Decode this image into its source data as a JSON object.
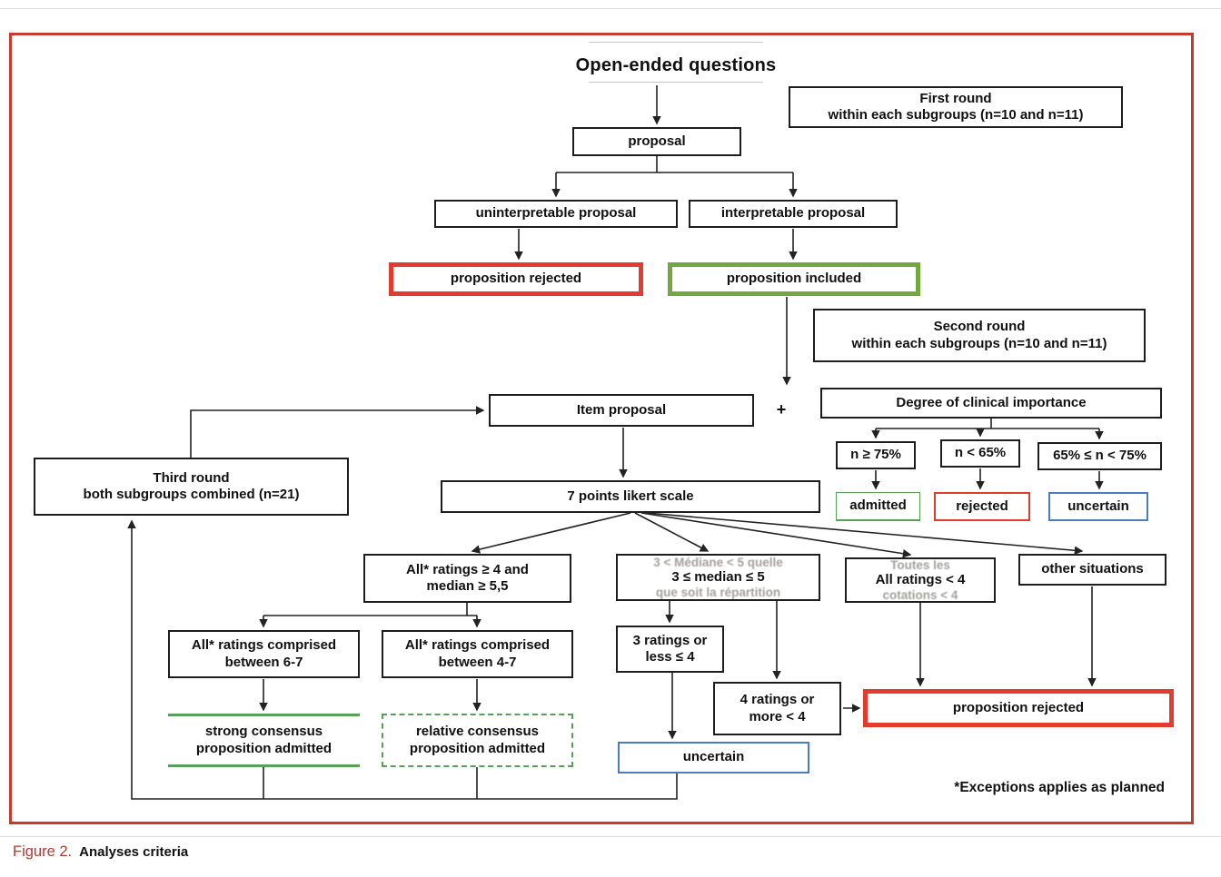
{
  "figure": {
    "title": "Open-ended questions",
    "footnote": "*Exceptions applies as planned",
    "caption_label": "Figure 2.",
    "caption_text": "Analyses criteria"
  },
  "colors": {
    "frame_red": "#c43c30",
    "reject_red": "#e23c2f",
    "include_green": "#74a83e",
    "consensus_green": "#57a05a",
    "uncertain_blue": "#4a7ebb",
    "caption_red": "#b6392f"
  },
  "nodes": {
    "round1": "First round\nwithin each subgroups (n=10 and n=11)",
    "proposal": "proposal",
    "uninterpretable": "uninterpretable proposal",
    "interpretable": "interpretable proposal",
    "rejected_first": "proposition rejected",
    "included": "proposition included",
    "round2": "Second round\nwithin each subgroups (n=10 and n=11)",
    "item_proposal": "Item proposal",
    "plus": "+",
    "clinical_importance": "Degree of clinical importance",
    "n_ge_75": "n ≥ 75%",
    "n_lt_65": "n < 65%",
    "n_65_75": "65% ≤ n < 75%",
    "admitted": "admitted",
    "rejected_pct": "rejected",
    "uncertain_pct": "uncertain",
    "round3": "Third round\nboth subgroups combined (n=21)",
    "likert": "7 points likert scale",
    "all_ge4": "All* ratings ≥ 4 and\nmedian ≥ 5,5",
    "median_3_5": "3 ≤ median ≤ 5",
    "median_artifact_top": "3 < Médiane < 5 quelle",
    "median_artifact_bottom": "que soit la répartition",
    "all_lt4": "All ratings < 4",
    "all_lt4_artifact_top": "Toutes les",
    "all_lt4_artifact_bottom": "cotations < 4",
    "other_situations": "other situations",
    "comprised_67": "All* ratings comprised\nbetween  6-7",
    "comprised_47": "All* ratings comprised\nbetween  4-7",
    "strong_consensus": "strong consensus\nproposition admitted",
    "relative_consensus": "relative consensus\nproposition admitted",
    "ratings_3_less": "3 ratings or\nless ≤ 4",
    "ratings_4_more": "4 ratings or\nmore < 4",
    "uncertain_likert": "uncertain",
    "rejected_final": "proposition rejected"
  }
}
